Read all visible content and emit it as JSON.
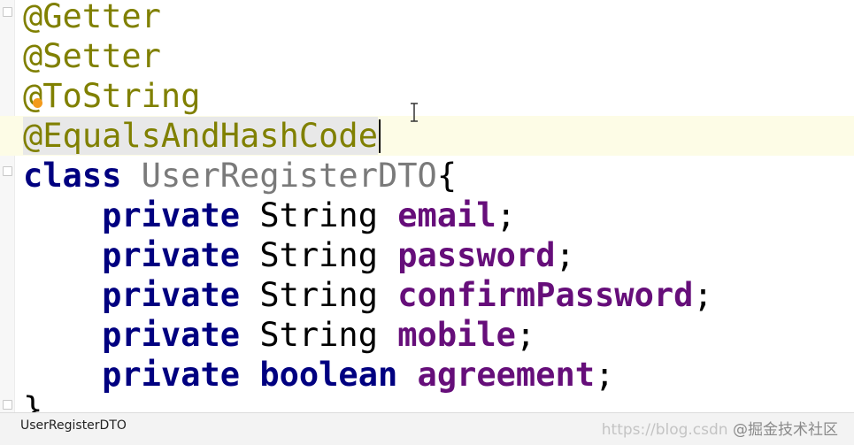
{
  "code_lines": {
    "l1": {
      "annotation": "@Getter"
    },
    "l2": {
      "annotation": "@Setter"
    },
    "l3": {
      "annotation": "@ToString"
    },
    "l4": {
      "annotation": "@EqualsAndHashCode"
    },
    "l5": {
      "keyword": "class",
      "class_name": "UserRegisterDTO",
      "brace": "{"
    },
    "l6": {
      "modifier": "private",
      "type": "String",
      "field": "email",
      "semi": ";"
    },
    "l7": {
      "modifier": "private",
      "type": "String",
      "field": "password",
      "semi": ";"
    },
    "l8": {
      "modifier": "private",
      "type": "String",
      "field": "confirmPassword",
      "semi": ";"
    },
    "l9": {
      "modifier": "private",
      "type": "String",
      "field": "mobile",
      "semi": ";"
    },
    "l10": {
      "modifier": "private",
      "type": "boolean",
      "field": "agreement",
      "semi": ";"
    },
    "l11": {
      "brace": "}"
    }
  },
  "status_bar": {
    "breadcrumb": "UserRegisterDTO",
    "watermark_brand": "@掘金技术社区",
    "watermark_url": "https://blog.csdn"
  },
  "colors": {
    "annotation": "#808000",
    "keyword": "#000080",
    "field": "#660e7a",
    "class_name": "#7a7a7a",
    "current_line": "#fdfce6",
    "intention_bulb": "#f39a1c"
  },
  "icons": [
    "fold-marker-icon",
    "intention-bulb-icon",
    "text-cursor-icon"
  ]
}
